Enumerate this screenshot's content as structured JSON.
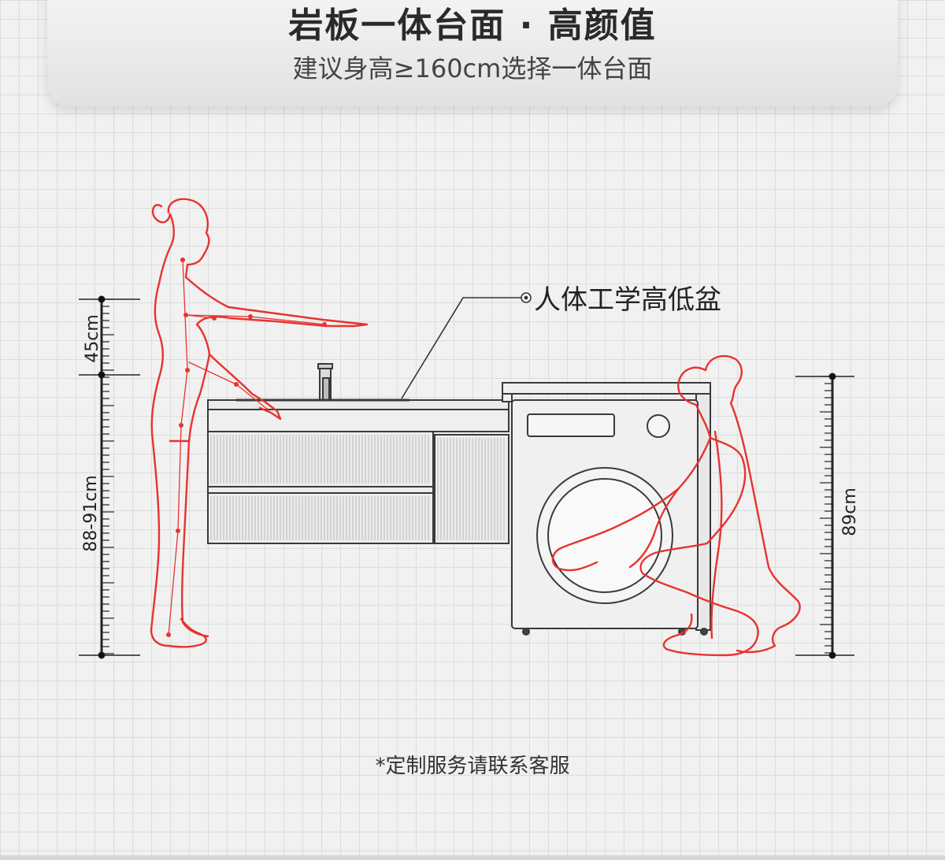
{
  "header": {
    "title": "岩板一体台面 · 高颜值",
    "subtitle": "建议身高≥160cm选择一体台面"
  },
  "callout": {
    "label": "人体工学高低盆"
  },
  "dimensions": {
    "upper_left": "45cm",
    "lower_left": "88-91cm",
    "right": "89cm"
  },
  "footnote": "*定制服务请联系客服",
  "colors": {
    "figure": "#e8332f",
    "line": "#333333",
    "cabinet": "#3a3a3a"
  },
  "icons": {
    "callout_marker": "target-icon"
  }
}
